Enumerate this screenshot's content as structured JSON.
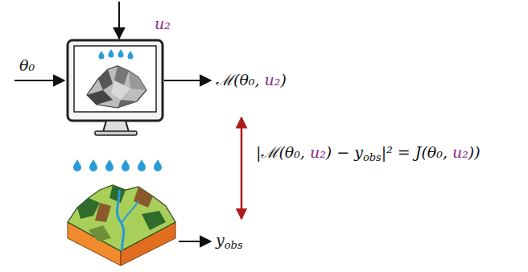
{
  "diagram": {
    "labels": [
      "θ₀",
      "u₂",
      "ℳ(θ₀, ",
      "u₂",
      ")",
      "|ℳ(θ₀, ",
      "u₂",
      ") − y",
      "obs",
      "|² = J(θ₀, ",
      "u₂",
      "))",
      "y",
      "obs"
    ]
  }
}
